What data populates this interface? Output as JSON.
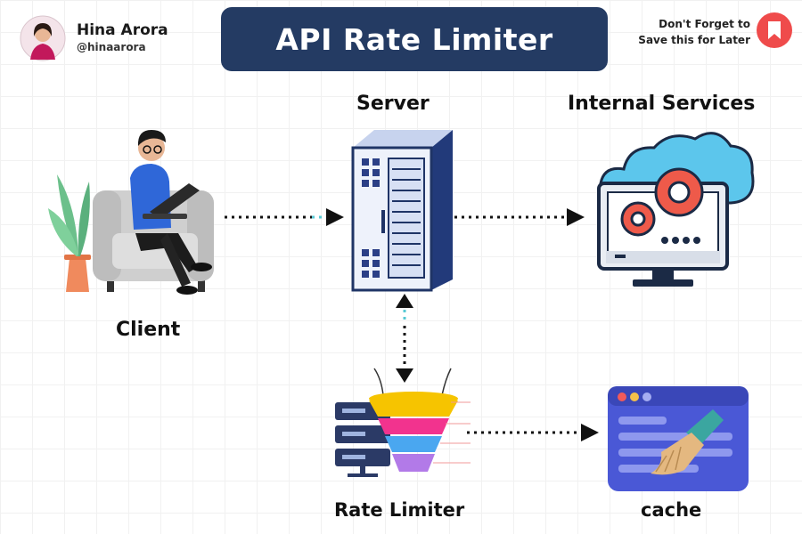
{
  "author": {
    "name": "Hina Arora",
    "handle": "@hinaarora"
  },
  "title": "API Rate Limiter",
  "save_note": {
    "line1": "Don't Forget to",
    "line2": "Save this for Later"
  },
  "nodes": {
    "server": "Server",
    "internal_services": "Internal Services",
    "client": "Client",
    "rate_limiter": "Rate Limiter",
    "cache": "cache"
  },
  "colors": {
    "title_bg": "#243b63",
    "bookmark": "#ef4b4b",
    "connector": "#111111",
    "connector_accent": "#57c9d4"
  },
  "icons": {
    "avatar": "user-avatar-icon",
    "bookmark": "bookmark-icon",
    "client": "person-with-laptop-icon",
    "server": "server-rack-icon",
    "internal_services": "monitor-gears-cloud-icon",
    "rate_limiter": "funnel-servers-icon",
    "cache": "browser-broom-icon"
  }
}
